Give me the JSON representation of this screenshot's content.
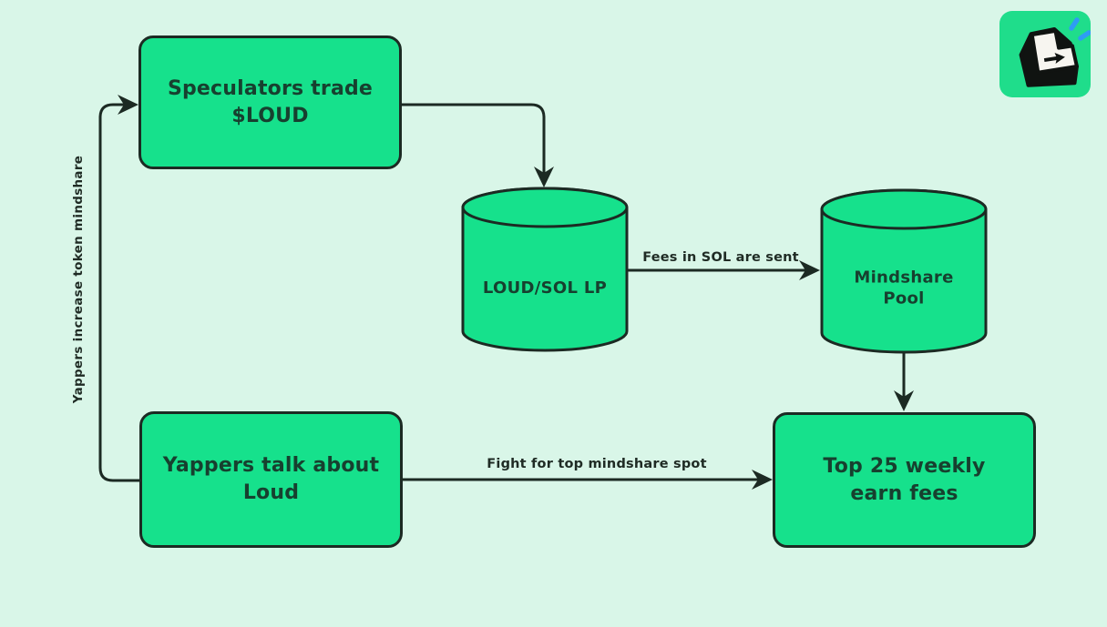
{
  "colors": {
    "background": "#d9f6e8",
    "node_fill": "#16e18c",
    "stroke": "#1c2a23",
    "node_text": "#17402f",
    "edge_label_text": "#1f2b24",
    "logo_background": "#1fdd8b",
    "logo_spark_blue": "#2e9cf4",
    "logo_face_white": "#f7f5f0",
    "logo_ink_black": "#101311"
  },
  "nodes": {
    "speculators_trade": {
      "label": "Speculators trade $LOUD",
      "shape": "rounded-rect"
    },
    "loud_sol_lp": {
      "label": "LOUD/SOL LP",
      "shape": "cylinder"
    },
    "mindshare_pool": {
      "label": "Mindshare Pool",
      "shape": "cylinder"
    },
    "yappers_talk": {
      "label": "Yappers talk about Loud",
      "shape": "rounded-rect"
    },
    "top25_earn": {
      "label": "Top 25 weekly earn fees",
      "shape": "rounded-rect"
    }
  },
  "edges": {
    "yappers_increase": {
      "from": "yappers_talk",
      "to": "speculators_trade",
      "label": "Yappers increase token mindshare"
    },
    "trade_to_lp": {
      "from": "speculators_trade",
      "to": "loud_sol_lp",
      "label": ""
    },
    "fees_sent": {
      "from": "loud_sol_lp",
      "to": "mindshare_pool",
      "label": "Fees in SOL are sent"
    },
    "pool_to_top25": {
      "from": "mindshare_pool",
      "to": "top25_earn",
      "label": ""
    },
    "fight_for_spot": {
      "from": "yappers_talk",
      "to": "top25_earn",
      "label": "Fight for top mindshare spot"
    }
  },
  "logo": {
    "icon": "enter-key-arrow-icon"
  }
}
